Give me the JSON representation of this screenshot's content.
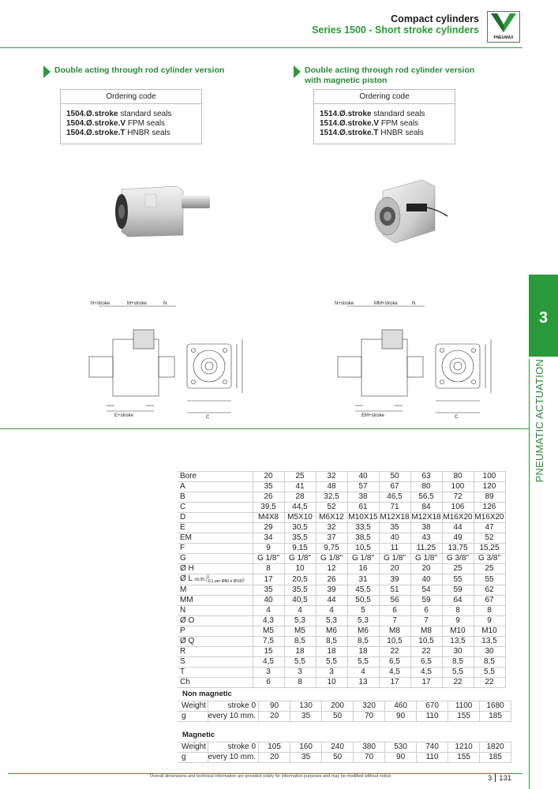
{
  "header": {
    "title": "Compact cylinders",
    "subtitle": "Series 1500 - Short stroke cylinders",
    "logo_text": "PNEUMAX"
  },
  "left": {
    "heading": "Double acting through rod cylinder version",
    "heading2": "",
    "ordering_title": "Ordering code",
    "codes": [
      {
        "code": "1504.Ø.stroke",
        "desc": " standard seals"
      },
      {
        "code": "1504.Ø.stroke.V",
        "desc": " FPM seals"
      },
      {
        "code": "1504.Ø.stroke.T",
        "desc": " HNBR seals"
      }
    ],
    "dim_top": [
      "N+stroke",
      "M+stroke",
      "N"
    ],
    "dim_bottom": [
      "E+stroke",
      "C"
    ]
  },
  "right": {
    "heading": "Double acting through rod cylinder version",
    "heading2": "with magnetic piston",
    "ordering_title": "Ordering code",
    "codes": [
      {
        "code": "1514.Ø.stroke",
        "desc": " standard seals"
      },
      {
        "code": "1514.Ø.stroke.V",
        "desc": " FPM seals"
      },
      {
        "code": "1514.Ø.stroke.T",
        "desc": " HNBR seals"
      }
    ],
    "dim_top": [
      "N+stroke",
      "MM+stroke",
      "N"
    ],
    "dim_bottom": [
      "EM+stroke",
      "C"
    ]
  },
  "side_tab": {
    "number": "3",
    "label": "PNEUMATIC ACTUATION"
  },
  "table": {
    "columns": [
      "20",
      "25",
      "32",
      "40",
      "50",
      "63",
      "80",
      "100"
    ],
    "rows": [
      {
        "label": "A",
        "values": [
          "35",
          "41",
          "48",
          "57",
          "67",
          "80",
          "100",
          "120"
        ]
      },
      {
        "label": "B",
        "values": [
          "26",
          "28",
          "32,5",
          "38",
          "46,5",
          "56,5",
          "72",
          "89"
        ]
      },
      {
        "label": "C",
        "values": [
          "39,5",
          "44,5",
          "52",
          "61",
          "71",
          "84",
          "106",
          "126"
        ]
      },
      {
        "label": "D",
        "values": [
          "M4X8",
          "M5X10",
          "M6X12",
          "M10X15",
          "M12X18",
          "M12X18",
          "M16X20",
          "M16X20"
        ]
      },
      {
        "label": "E",
        "values": [
          "29",
          "30,5",
          "32",
          "33,5",
          "35",
          "38",
          "44",
          "47"
        ]
      },
      {
        "label": "EM",
        "values": [
          "34",
          "35,5",
          "37",
          "38,5",
          "40",
          "43",
          "49",
          "52"
        ]
      },
      {
        "label": "F",
        "values": [
          "9",
          "9,15",
          "9,75",
          "10,5",
          "11",
          "11,25",
          "13,75",
          "15,25"
        ]
      },
      {
        "label": "G",
        "values": [
          "G 1/8\"",
          "G 1/8\"",
          "G 1/8\"",
          "G 1/8\"",
          "G 1/8\"",
          "G 1/8\"",
          "G 3/8\"",
          "G 3/8\""
        ]
      },
      {
        "label": "Ø H",
        "values": [
          "8",
          "10",
          "12",
          "16",
          "20",
          "20",
          "25",
          "25"
        ]
      },
      {
        "label": "Ø L ±0,05 (0 / -0,1 per Ø80 e Ø100)",
        "values": [
          "17",
          "20,5",
          "26",
          "31",
          "39",
          "40",
          "55",
          "55"
        ]
      },
      {
        "label": "M",
        "values": [
          "35",
          "35,5",
          "39",
          "45,5",
          "51",
          "54",
          "59",
          "62"
        ]
      },
      {
        "label": "MM",
        "values": [
          "40",
          "40,5",
          "44",
          "50,5",
          "56",
          "59",
          "64",
          "67"
        ]
      },
      {
        "label": "N",
        "values": [
          "4",
          "4",
          "4",
          "5",
          "6",
          "6",
          "8",
          "8"
        ]
      },
      {
        "label": "Ø O",
        "values": [
          "4,3",
          "5,3",
          "5,3",
          "5,3",
          "7",
          "7",
          "9",
          "9"
        ]
      },
      {
        "label": "P",
        "values": [
          "M5",
          "M5",
          "M6",
          "M6",
          "M8",
          "M8",
          "M10",
          "M10"
        ]
      },
      {
        "label": "Ø Q",
        "values": [
          "7,5",
          "8,5",
          "8,5",
          "8,5",
          "10,5",
          "10,5",
          "13,5",
          "13,5"
        ]
      },
      {
        "label": "R",
        "values": [
          "15",
          "18",
          "18",
          "18",
          "22",
          "22",
          "30",
          "30"
        ]
      },
      {
        "label": "S",
        "values": [
          "4,5",
          "5,5",
          "5,5",
          "5,5",
          "6,5",
          "6,5",
          "8,5",
          "8,5"
        ]
      },
      {
        "label": "T",
        "values": [
          "3",
          "3",
          "3",
          "4",
          "4,5",
          "4,5",
          "5,5",
          "5,5"
        ]
      },
      {
        "label": "Ch",
        "values": [
          "6",
          "8",
          "10",
          "13",
          "17",
          "17",
          "22",
          "22"
        ]
      }
    ],
    "bore_label": "Bore",
    "l_label": "Ø L",
    "l_tol": "±0,05",
    "l_tol2a": "0",
    "l_tol2b": "-0,1 per Ø80 e Ø100"
  },
  "weights": {
    "non_magnetic": {
      "title": "Non magnetic",
      "weight_label": "Weight",
      "unit_label": "g",
      "row1_label": "stroke 0",
      "row2_label": "every 10 mm.",
      "row1": [
        "90",
        "130",
        "200",
        "320",
        "460",
        "670",
        "1100",
        "1680"
      ],
      "row2": [
        "20",
        "35",
        "50",
        "70",
        "90",
        "110",
        "155",
        "185"
      ]
    },
    "magnetic": {
      "title": "Magnetic",
      "weight_label": "Weight",
      "unit_label": "g",
      "row1_label": "stroke 0",
      "row2_label": "every 10 mm.",
      "row1": [
        "105",
        "160",
        "240",
        "380",
        "530",
        "740",
        "1210",
        "1820"
      ],
      "row2": [
        "20",
        "35",
        "50",
        "70",
        "90",
        "110",
        "155",
        "185"
      ]
    }
  },
  "footer": {
    "note": "Overall dimensions and technical information are provided solely for informative purposes and may be modified without notice",
    "chapter": "3",
    "page": "131"
  },
  "colors": {
    "accent": "#2a9a3a"
  }
}
